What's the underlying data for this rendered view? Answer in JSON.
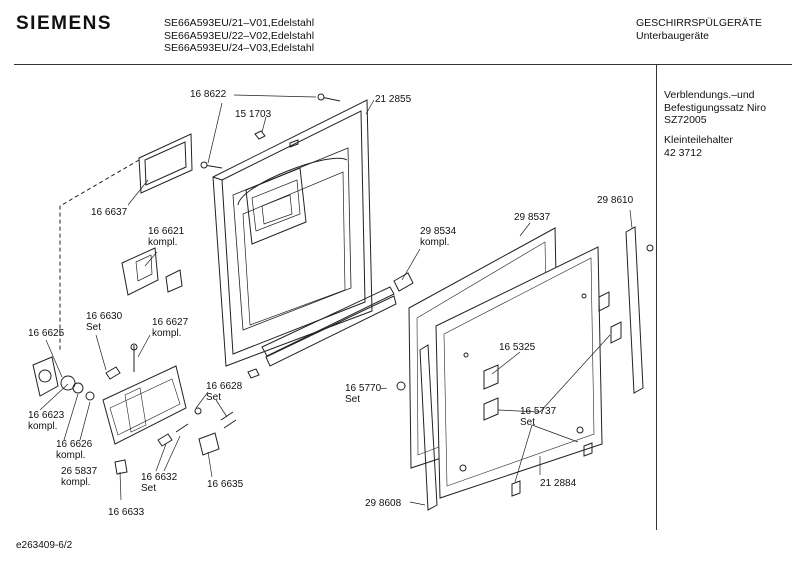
{
  "header": {
    "brand": "SIEMENS",
    "models": [
      "SE66A593EU/21–V01,Edelstahl",
      "SE66A593EU/22–V02,Edelstahl",
      "SE66A593EU/24–V03,Edelstahl"
    ],
    "category": [
      "GESCHIRRSPÜLGERÄTE",
      "Unterbaugeräte"
    ]
  },
  "side_panel": {
    "kit_lines": [
      "Verblendungs.–und",
      "Befestigungssatz Niro",
      "SZ72005"
    ],
    "holder_lines": [
      "Kleinteilehalter",
      "42 3712"
    ]
  },
  "parts": {
    "p168622": "16 8622",
    "p212855": "21 2855",
    "p151703": "15 1703",
    "p166637": "16 6637",
    "p166621": [
      "16 6621",
      "kompl."
    ],
    "p298534": [
      "29 8534",
      "kompl."
    ],
    "p298537": "29 8537",
    "p298610": "29 8610",
    "p166630": [
      "16 6630",
      "Set"
    ],
    "p166627": [
      "16 6627",
      "kompl."
    ],
    "p166625": "16 6625",
    "p165325": "16 5325",
    "p165770": [
      "16 5770–",
      "Set"
    ],
    "p166628": [
      "16 6628",
      "Set"
    ],
    "p166623": [
      "16 6623",
      "kompl."
    ],
    "p165737": [
      "16 5737",
      "Set"
    ],
    "p166626": [
      "16 6626",
      "kompl."
    ],
    "p265837": [
      "26 5837",
      "kompl."
    ],
    "p166632": [
      "16 6632",
      "Set"
    ],
    "p166635": "16 6635",
    "p212884": "21 2884",
    "p298608": "29 8608",
    "p166633": "16 6633"
  },
  "footer": {
    "code": "e263409-6/2"
  }
}
